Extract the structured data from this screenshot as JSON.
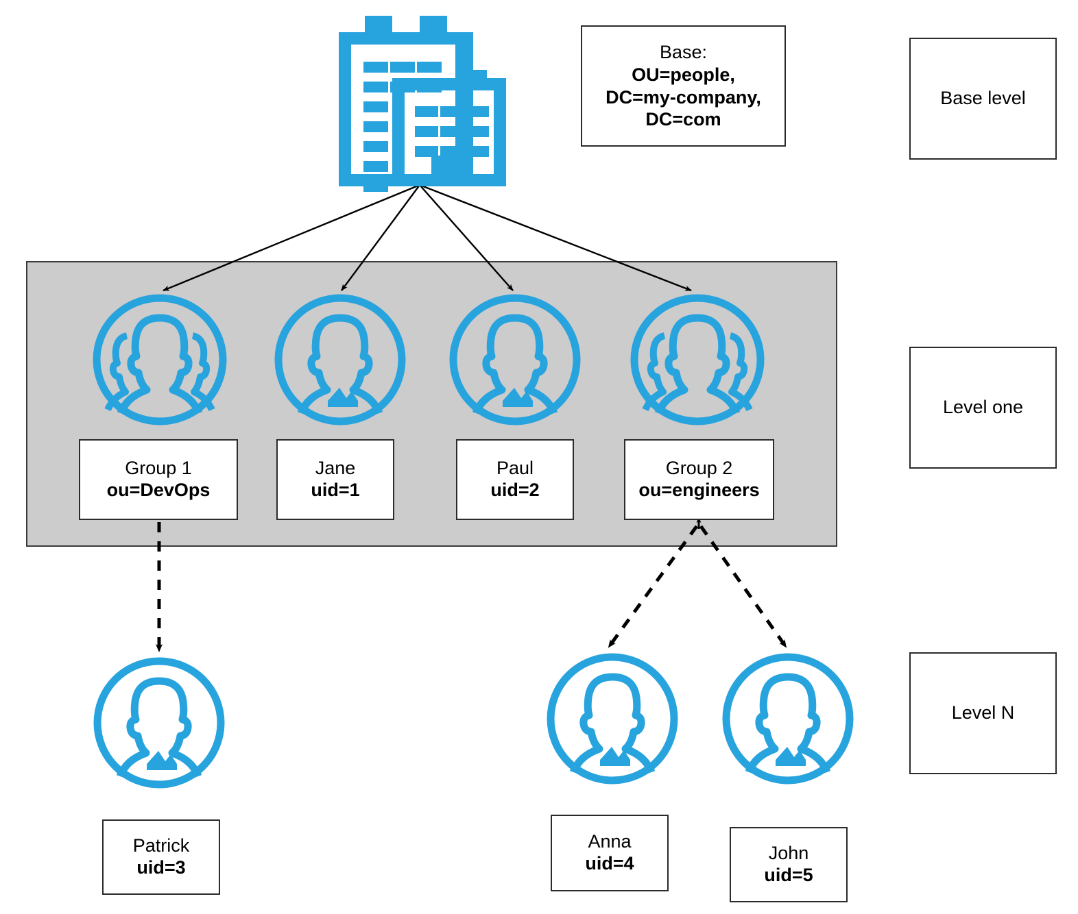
{
  "diagram": {
    "title_icon": "office-building-icon",
    "base_box": {
      "line1": "Base:",
      "line2": "OU=people,",
      "line3": "DC=my-company,",
      "line4": "DC=com"
    },
    "legend": [
      {
        "name": "base-level",
        "label": "Base level"
      },
      {
        "name": "level-one",
        "label": "Level one"
      },
      {
        "name": "level-n",
        "label": "Level N"
      }
    ],
    "level_one_nodes": [
      {
        "name": "group-1",
        "icon": "group-people-icon",
        "line1": "Group 1",
        "line2": "ou=DevOps"
      },
      {
        "name": "jane",
        "icon": "single-person-icon",
        "line1": "Jane",
        "line2": "uid=1"
      },
      {
        "name": "paul",
        "icon": "single-person-icon",
        "line1": "Paul",
        "line2": "uid=2"
      },
      {
        "name": "group-2",
        "icon": "group-people-icon",
        "line1": "Group 2",
        "line2": "ou=engineers"
      }
    ],
    "level_n_nodes": [
      {
        "name": "patrick",
        "icon": "single-person-icon",
        "line1": "Patrick",
        "line2": "uid=3"
      },
      {
        "name": "anna",
        "icon": "single-person-icon",
        "line1": "Anna",
        "line2": "uid=4"
      },
      {
        "name": "john",
        "icon": "single-person-icon",
        "line1": "John",
        "line2": "uid=5"
      }
    ],
    "colors": {
      "accent_blue": "#27a3dd",
      "band_gray": "#cccccc",
      "stroke_black": "#000000",
      "box_border": "#2b2b2b"
    },
    "edges": {
      "solid_from_building_count": 4,
      "dashed_from_group1_count": 1,
      "dashed_from_group2_count": 2
    }
  }
}
